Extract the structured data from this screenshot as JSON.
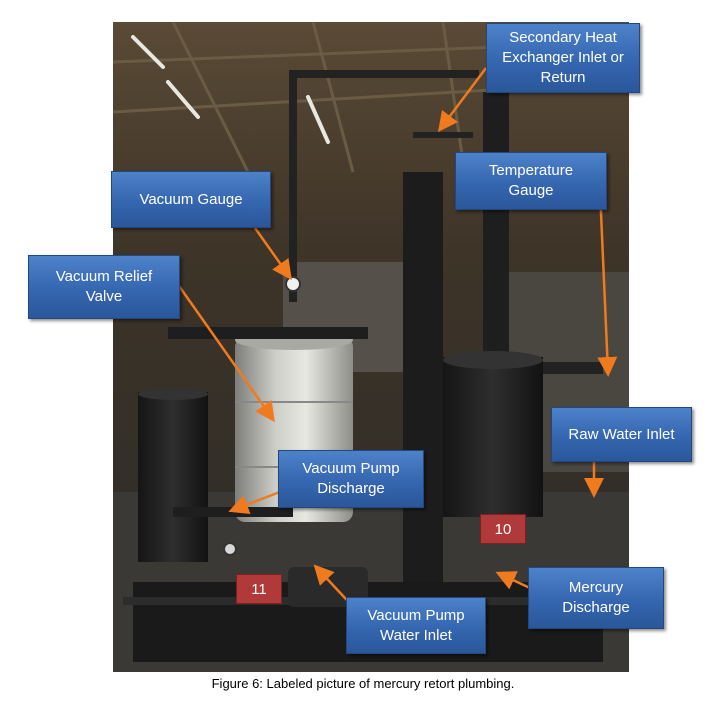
{
  "labels": {
    "secondary_heat_exchanger": "Secondary Heat\nExchanger Inlet or\nReturn",
    "temperature_gauge": "Temperature\nGauge",
    "vacuum_gauge": "Vacuum Gauge",
    "vacuum_relief_valve": "Vacuum Relief\nValve",
    "raw_water_inlet": "Raw Water Inlet",
    "vacuum_pump_discharge": "Vacuum Pump\nDischarge",
    "mercury_discharge": "Mercury\nDischarge",
    "vacuum_pump_water_inlet": "Vacuum Pump\nWater Inlet"
  },
  "badges": {
    "badge_10": "10",
    "badge_11": "11"
  },
  "caption": "Figure 6: Labeled picture of mercury retort plumbing.",
  "colors": {
    "callout_blue": "#3566b0",
    "arrow_orange": "#f07a1e",
    "badge_red": "#b03a3a"
  }
}
